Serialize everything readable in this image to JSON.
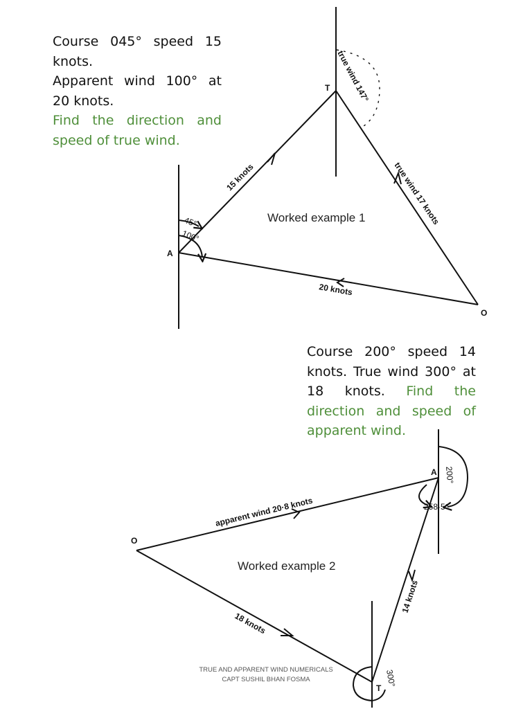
{
  "example1": {
    "question": {
      "line1": "Course 045° speed 15 knots.",
      "line2": "Apparent wind 100° at 20 knots.",
      "prompt": "Find the direction and speed of true wind."
    },
    "diagram": {
      "title": "Worked example 1",
      "point_a": "A",
      "point_t": "T",
      "point_o": "O",
      "course_label": "15 knots",
      "apparent_label": "20 knots",
      "true_wind_label": "true wind 17 knots",
      "true_wind_angle": "true wind 147°",
      "angle_45": "45°",
      "angle_100": "100°"
    }
  },
  "example2": {
    "question": {
      "line1": "Course 200° speed 14 knots.",
      "line2": "True wind 300° at 18 knots.",
      "prompt": "Find the direction and speed of apparent wind."
    },
    "diagram": {
      "title": "Worked example 2",
      "point_a": "A",
      "point_t": "T",
      "point_o": "O",
      "apparent_label": "apparent wind 20·8 knots",
      "true_label": "18 knots",
      "course_label": "14 knots",
      "angle_200": "200°",
      "angle_2585": "258·5°",
      "angle_300": "300°"
    }
  },
  "footer": {
    "line1": "TRUE AND APPARENT WIND NUMERICALS",
    "line2": "CAPT SUSHIL BHAN FOSMA"
  }
}
